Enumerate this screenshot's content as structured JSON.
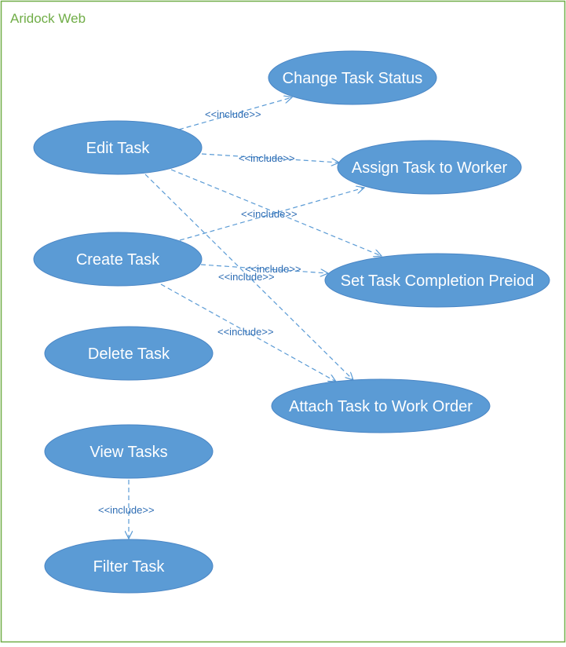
{
  "system": {
    "title": "Aridock Web",
    "border_color": "#70ad47",
    "title_color": "#70ad47"
  },
  "colors": {
    "use_case_fill": "#5b9bd5",
    "use_case_stroke": "#4a86c5",
    "use_case_text": "#ffffff",
    "relation_line": "#5b9bd5",
    "relation_label": "#2e6db4"
  },
  "use_cases": [
    {
      "id": "change_status",
      "label": "Change Task Status"
    },
    {
      "id": "edit",
      "label": "Edit Task"
    },
    {
      "id": "assign",
      "label": "Assign Task to Worker"
    },
    {
      "id": "create",
      "label": "Create Task"
    },
    {
      "id": "set_period",
      "label": "Set Task Completion Preiod"
    },
    {
      "id": "delete",
      "label": "Delete Task"
    },
    {
      "id": "attach",
      "label": "Attach Task to Work Order"
    },
    {
      "id": "view",
      "label": "View Tasks"
    },
    {
      "id": "filter",
      "label": "Filter Task"
    }
  ],
  "relations": [
    {
      "from": "edit",
      "to": "change_status",
      "label": "<<include>>"
    },
    {
      "from": "edit",
      "to": "assign",
      "label": "<<include>>"
    },
    {
      "from": "edit",
      "to": "set_period",
      "label": ""
    },
    {
      "from": "edit",
      "to": "attach",
      "label": "<<include>>"
    },
    {
      "from": "create",
      "to": "assign",
      "label": "<<include>>"
    },
    {
      "from": "create",
      "to": "set_period",
      "label": "<<include>>"
    },
    {
      "from": "create",
      "to": "attach",
      "label": "<<include>>"
    },
    {
      "from": "view",
      "to": "filter",
      "label": "<<include>>"
    }
  ]
}
